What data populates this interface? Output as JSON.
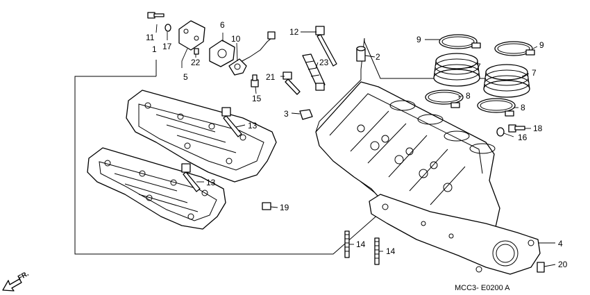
{
  "callouts": [
    {
      "id": "c1",
      "label": "1"
    },
    {
      "id": "c2",
      "label": "2"
    },
    {
      "id": "c3",
      "label": "3"
    },
    {
      "id": "c4",
      "label": "4"
    },
    {
      "id": "c5",
      "label": "5"
    },
    {
      "id": "c6",
      "label": "6"
    },
    {
      "id": "c7a",
      "label": "7"
    },
    {
      "id": "c7b",
      "label": "7"
    },
    {
      "id": "c8a",
      "label": "8"
    },
    {
      "id": "c8b",
      "label": "8"
    },
    {
      "id": "c9a",
      "label": "9"
    },
    {
      "id": "c9b",
      "label": "9"
    },
    {
      "id": "c10",
      "label": "10"
    },
    {
      "id": "c11",
      "label": "11"
    },
    {
      "id": "c12",
      "label": "12"
    },
    {
      "id": "c13a",
      "label": "13"
    },
    {
      "id": "c13b",
      "label": "13"
    },
    {
      "id": "c14a",
      "label": "14"
    },
    {
      "id": "c14b",
      "label": "14"
    },
    {
      "id": "c15",
      "label": "15"
    },
    {
      "id": "c16",
      "label": "16"
    },
    {
      "id": "c17",
      "label": "17"
    },
    {
      "id": "c18",
      "label": "18"
    },
    {
      "id": "c19",
      "label": "19"
    },
    {
      "id": "c20",
      "label": "20"
    },
    {
      "id": "c21",
      "label": "21"
    },
    {
      "id": "c22",
      "label": "22"
    },
    {
      "id": "c23",
      "label": "23"
    }
  ],
  "direction_label": "FR.",
  "drawing_code": "MCC3- E0200 A"
}
